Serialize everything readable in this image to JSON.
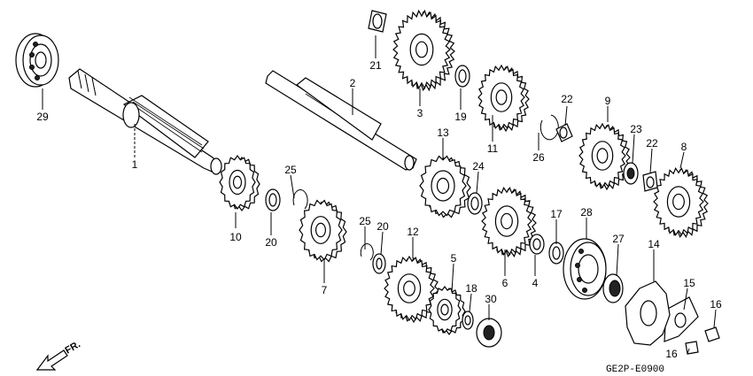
{
  "diagram_code": "GE2P-E0900",
  "direction_label": "FR.",
  "callouts": [
    {
      "id": "c29",
      "text": "29"
    },
    {
      "id": "c1",
      "text": "1"
    },
    {
      "id": "c2",
      "text": "2"
    },
    {
      "id": "c21",
      "text": "21"
    },
    {
      "id": "c3",
      "text": "3"
    },
    {
      "id": "c19",
      "text": "19"
    },
    {
      "id": "c11",
      "text": "11"
    },
    {
      "id": "c22a",
      "text": "22"
    },
    {
      "id": "c26",
      "text": "26"
    },
    {
      "id": "c9",
      "text": "9"
    },
    {
      "id": "c23",
      "text": "23"
    },
    {
      "id": "c22b",
      "text": "22"
    },
    {
      "id": "c8",
      "text": "8"
    },
    {
      "id": "c13",
      "text": "13"
    },
    {
      "id": "c24",
      "text": "24"
    },
    {
      "id": "c10",
      "text": "10"
    },
    {
      "id": "c20a",
      "text": "20"
    },
    {
      "id": "c25a",
      "text": "25"
    },
    {
      "id": "c7",
      "text": "7"
    },
    {
      "id": "c25b",
      "text": "25"
    },
    {
      "id": "c20b",
      "text": "20"
    },
    {
      "id": "c12",
      "text": "12"
    },
    {
      "id": "c6",
      "text": "6"
    },
    {
      "id": "c4",
      "text": "4"
    },
    {
      "id": "c17",
      "text": "17"
    },
    {
      "id": "c28",
      "text": "28"
    },
    {
      "id": "c5",
      "text": "5"
    },
    {
      "id": "c18",
      "text": "18"
    },
    {
      "id": "c30",
      "text": "30"
    },
    {
      "id": "c27",
      "text": "27"
    },
    {
      "id": "c14",
      "text": "14"
    },
    {
      "id": "c15",
      "text": "15"
    },
    {
      "id": "c16a",
      "text": "16"
    },
    {
      "id": "c16b",
      "text": "16"
    }
  ]
}
